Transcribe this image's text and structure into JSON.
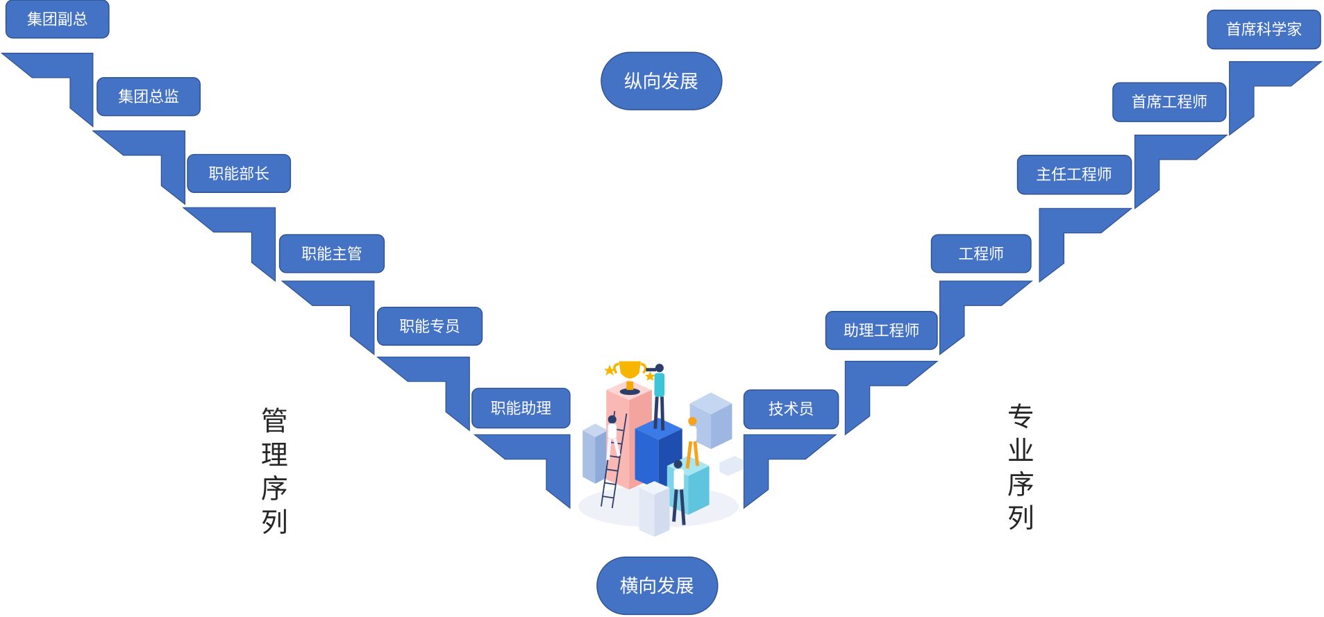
{
  "title": "职业发展双通道",
  "vertical_development": "纵向发展",
  "horizontal_development": "横向发展",
  "management_track": {
    "label": "管理序列",
    "levels": [
      "集团副总",
      "集团总监",
      "职能部长",
      "职能主管",
      "职能专员",
      "职能助理"
    ]
  },
  "professional_track": {
    "label": "专业序列",
    "levels": [
      "技术员",
      "助理工程师",
      "工程师",
      "主任工程师",
      "首席工程师",
      "首席科学家"
    ]
  },
  "colors": {
    "accent": "#4472c4",
    "border": "#2f528f",
    "text_light": "#ffffff",
    "text_dark": "#262626"
  },
  "illustration": "career-podium-illustration"
}
